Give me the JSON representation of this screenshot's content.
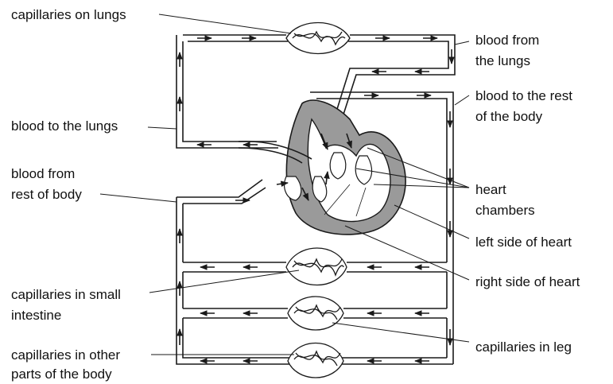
{
  "labels": {
    "capillaries_lungs": "capillaries on lungs",
    "blood_from_lungs_1": "blood from",
    "blood_from_lungs_2": "the lungs",
    "blood_to_rest_1": "blood to the rest",
    "blood_to_rest_2": "of the body",
    "blood_to_lungs": "blood to the lungs",
    "blood_from_rest_1": "blood from",
    "blood_from_rest_2": "rest of body",
    "heart_chambers_1": "heart",
    "heart_chambers_2": "chambers",
    "left_side": "left side of heart",
    "right_side": "right side of heart",
    "cap_intestine_1": "capillaries in small",
    "cap_intestine_2": "intestine",
    "cap_leg": "capillaries in leg",
    "cap_other_1": "capillaries in other",
    "cap_other_2": "parts of the body"
  },
  "colors": {
    "line": "#1a1a1a",
    "heart_fill": "#9a9a9a",
    "vessel_fill": "#ffffff"
  }
}
